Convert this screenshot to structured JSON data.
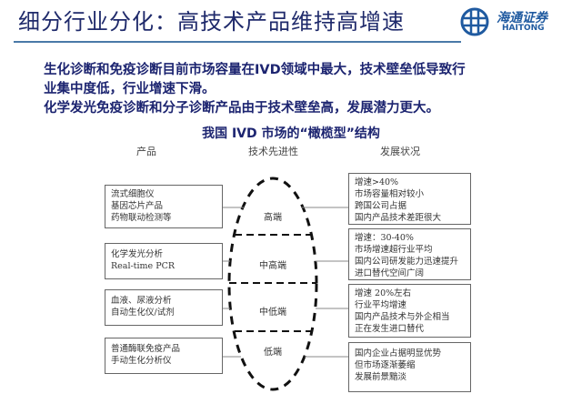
{
  "header": {
    "title": "细分行业分化：高技术产品维持高增速",
    "logo_cn": "海通证券",
    "logo_en": "HAITONG"
  },
  "body": [
    "生化诊断和免疫诊断目前市场容量在IVD领域中最大，技术壁垒低导致行",
    "业集中度低，行业增速下滑。",
    "化学发光免疫诊断和分子诊断产品由于技术壁垒高，发展潜力更大。"
  ],
  "diagram": {
    "title": "我国 IVD 市场的“橄榄型”结构",
    "headers": [
      "产品",
      "技术先进性",
      "发展状况"
    ],
    "tiers": [
      {
        "level": "高端",
        "products": [
          "流式细胞仪",
          "基因芯片产品",
          "药物联动检测等"
        ],
        "status": [
          "增速>40%",
          "市场容量相对较小",
          "跨国公司占据",
          "国内产品技术差距很大"
        ]
      },
      {
        "level": "中高端",
        "products": [
          "化学发光分析",
          "Real-time PCR"
        ],
        "status": [
          "增速：30-40%",
          "市场增速超行业平均",
          "国内公司研发能力迅速提升",
          "进口替代空间广阔"
        ]
      },
      {
        "level": "中低端",
        "products": [
          "血液、尿液分析",
          "自动生化仪/试剂"
        ],
        "status": [
          "增速 20%左右",
          "行业平均增速",
          "国内产品技术与外企相当",
          "正在发生进口替代"
        ]
      },
      {
        "level": "低端",
        "products": [
          "普通酶联免疫产品",
          "手动生化分析仪"
        ],
        "status": [
          "国内企业占据明显优势",
          "但市场逐渐萎缩",
          "发展前景黯淡"
        ]
      }
    ]
  }
}
